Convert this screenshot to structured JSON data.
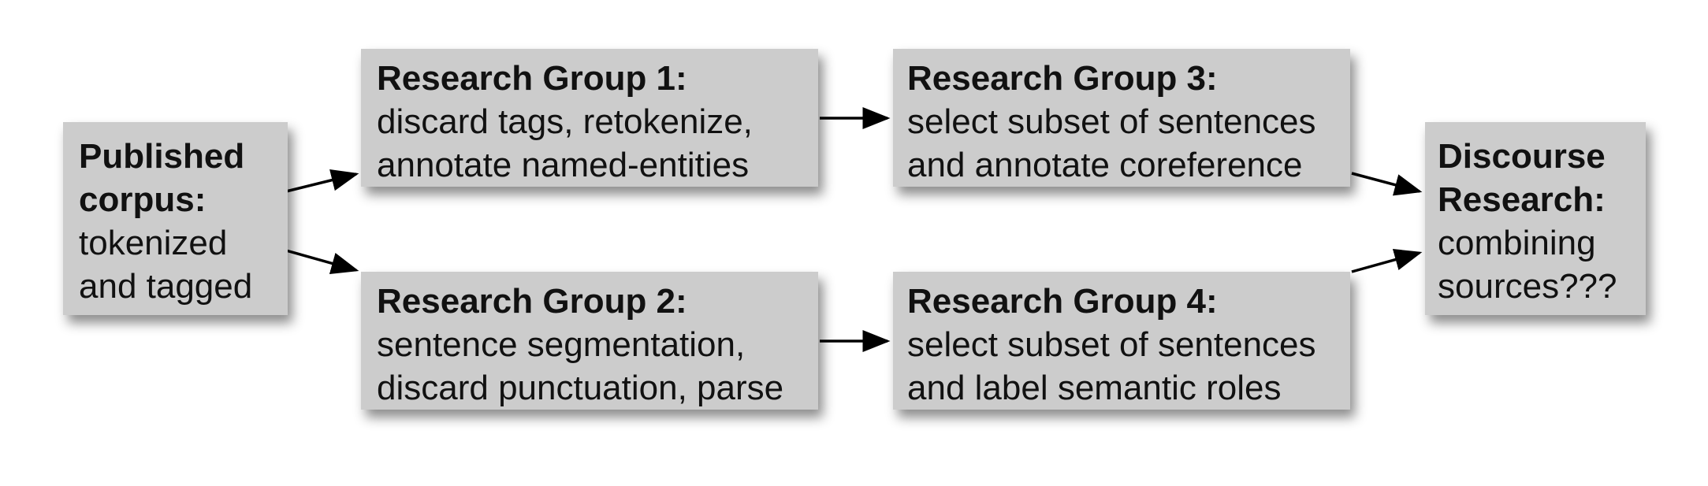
{
  "nodes": {
    "published": {
      "title": "Published\ncorpus:",
      "body": "tokenized\nand tagged"
    },
    "rg1": {
      "title": "Research Group 1:",
      "body": "discard tags, retokenize,\nannotate named-entities"
    },
    "rg2": {
      "title": "Research Group 2:",
      "body": "sentence segmentation,\ndiscard punctuation, parse"
    },
    "rg3": {
      "title": "Research Group 3:",
      "body": "select subset of sentences\nand annotate coreference"
    },
    "rg4": {
      "title": "Research Group 4:",
      "body": "select subset of sentences\nand label semantic roles"
    },
    "discourse": {
      "title": "Discourse\nResearch:",
      "body": "combining\nsources???"
    }
  },
  "edges": [
    {
      "from": "published",
      "to": "rg1"
    },
    {
      "from": "published",
      "to": "rg2"
    },
    {
      "from": "rg1",
      "to": "rg3"
    },
    {
      "from": "rg2",
      "to": "rg4"
    },
    {
      "from": "rg3",
      "to": "discourse"
    },
    {
      "from": "rg4",
      "to": "discourse"
    }
  ],
  "colors": {
    "box_fill": "#cccccc",
    "arrow": "#000000",
    "text": "#111111"
  }
}
